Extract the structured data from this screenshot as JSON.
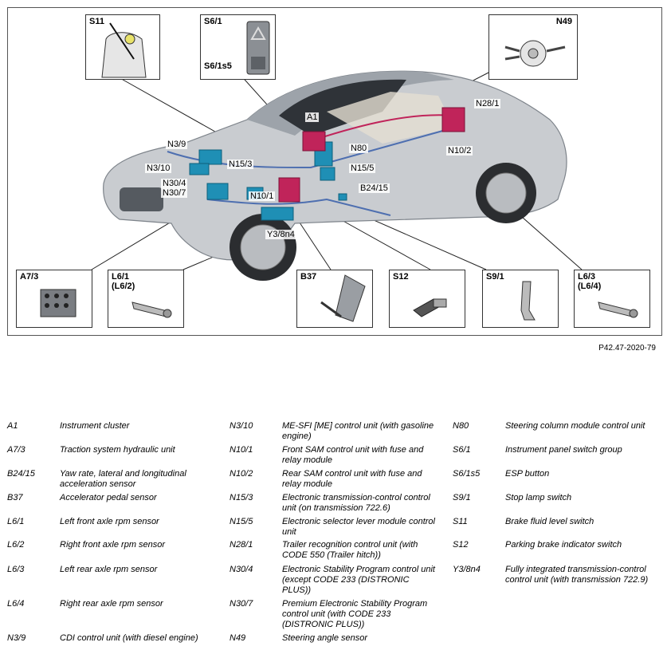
{
  "figure_ref": "P42.47-2020-79",
  "callouts": {
    "s11": "S11",
    "s61": "S6/1",
    "s61s5": "S6/1s5",
    "n49": "N49",
    "a73": "A7/3",
    "l61": "L6/1\n(L6/2)",
    "b37": "B37",
    "s12": "S12",
    "s91": "S9/1",
    "l63": "L6/3\n(L6/4)"
  },
  "tags": {
    "n39": "N3/9",
    "n310": "N3/10",
    "n304": "N30/4",
    "n307": "N30/7",
    "n153": "N15/3",
    "n101": "N10/1",
    "y38n4": "Y3/8n4",
    "a1": "A1",
    "n80": "N80",
    "n155": "N15/5",
    "b2415": "B24/15",
    "n281": "N28/1",
    "n102": "N10/2"
  },
  "legend": [
    {
      "code": "A1",
      "desc": "Instrument cluster"
    },
    {
      "code": "A7/3",
      "desc": "Traction system hydraulic unit"
    },
    {
      "code": "B24/15",
      "desc": "Yaw rate, lateral and longitudinal acceleration sensor"
    },
    {
      "code": "B37",
      "desc": "Accelerator pedal sensor"
    },
    {
      "code": "L6/1",
      "desc": "Left front axle rpm sensor"
    },
    {
      "code": "L6/2",
      "desc": "Right front axle rpm sensor"
    },
    {
      "code": "L6/3",
      "desc": "Left rear axle rpm sensor"
    },
    {
      "code": "L6/4",
      "desc": "Right rear axle rpm sensor"
    },
    {
      "code": "N3/9",
      "desc": "CDI control unit (with diesel engine)"
    },
    {
      "code": "N3/10",
      "desc": "ME-SFI [ME] control unit (with gasoline engine)"
    },
    {
      "code": "N10/1",
      "desc": "Front SAM control unit with fuse and relay module"
    },
    {
      "code": "N10/2",
      "desc": "Rear SAM control unit with fuse and relay module"
    },
    {
      "code": "N15/3",
      "desc": "Electronic transmission-control control unit (on transmission 722.6)"
    },
    {
      "code": "N15/5",
      "desc": "Electronic selector lever module control unit"
    },
    {
      "code": "N28/1",
      "desc": "Trailer recognition control unit (with CODE 550 (Trailer hitch))"
    },
    {
      "code": "N30/4",
      "desc": "Electronic Stability Program control unit (except CODE 233 (DISTRONIC PLUS))"
    },
    {
      "code": "N30/7",
      "desc": "Premium Electronic Stability Program control unit (with CODE 233 (DISTRONIC PLUS))"
    },
    {
      "code": "N49",
      "desc": "Steering angle sensor"
    },
    {
      "code": "N80",
      "desc": "Steering column module control unit"
    },
    {
      "code": "S6/1",
      "desc": "Instrument panel switch group"
    },
    {
      "code": "S6/1s5",
      "desc": "ESP button"
    },
    {
      "code": "S9/1",
      "desc": "Stop lamp switch"
    },
    {
      "code": "S11",
      "desc": "Brake fluid level switch"
    },
    {
      "code": "S12",
      "desc": "Parking brake indicator switch"
    },
    {
      "code": "Y3/8n4",
      "desc": "Fully integrated transmission-control control unit (with transmission 722.9)"
    }
  ],
  "colors": {
    "car_body": "#c9ccd0",
    "car_shade": "#9da3aa",
    "unit_blue": "#1f8fb5",
    "unit_magenta": "#c0245a",
    "wire_blue": "#4e6fb0",
    "wire_red": "#c0245a"
  }
}
